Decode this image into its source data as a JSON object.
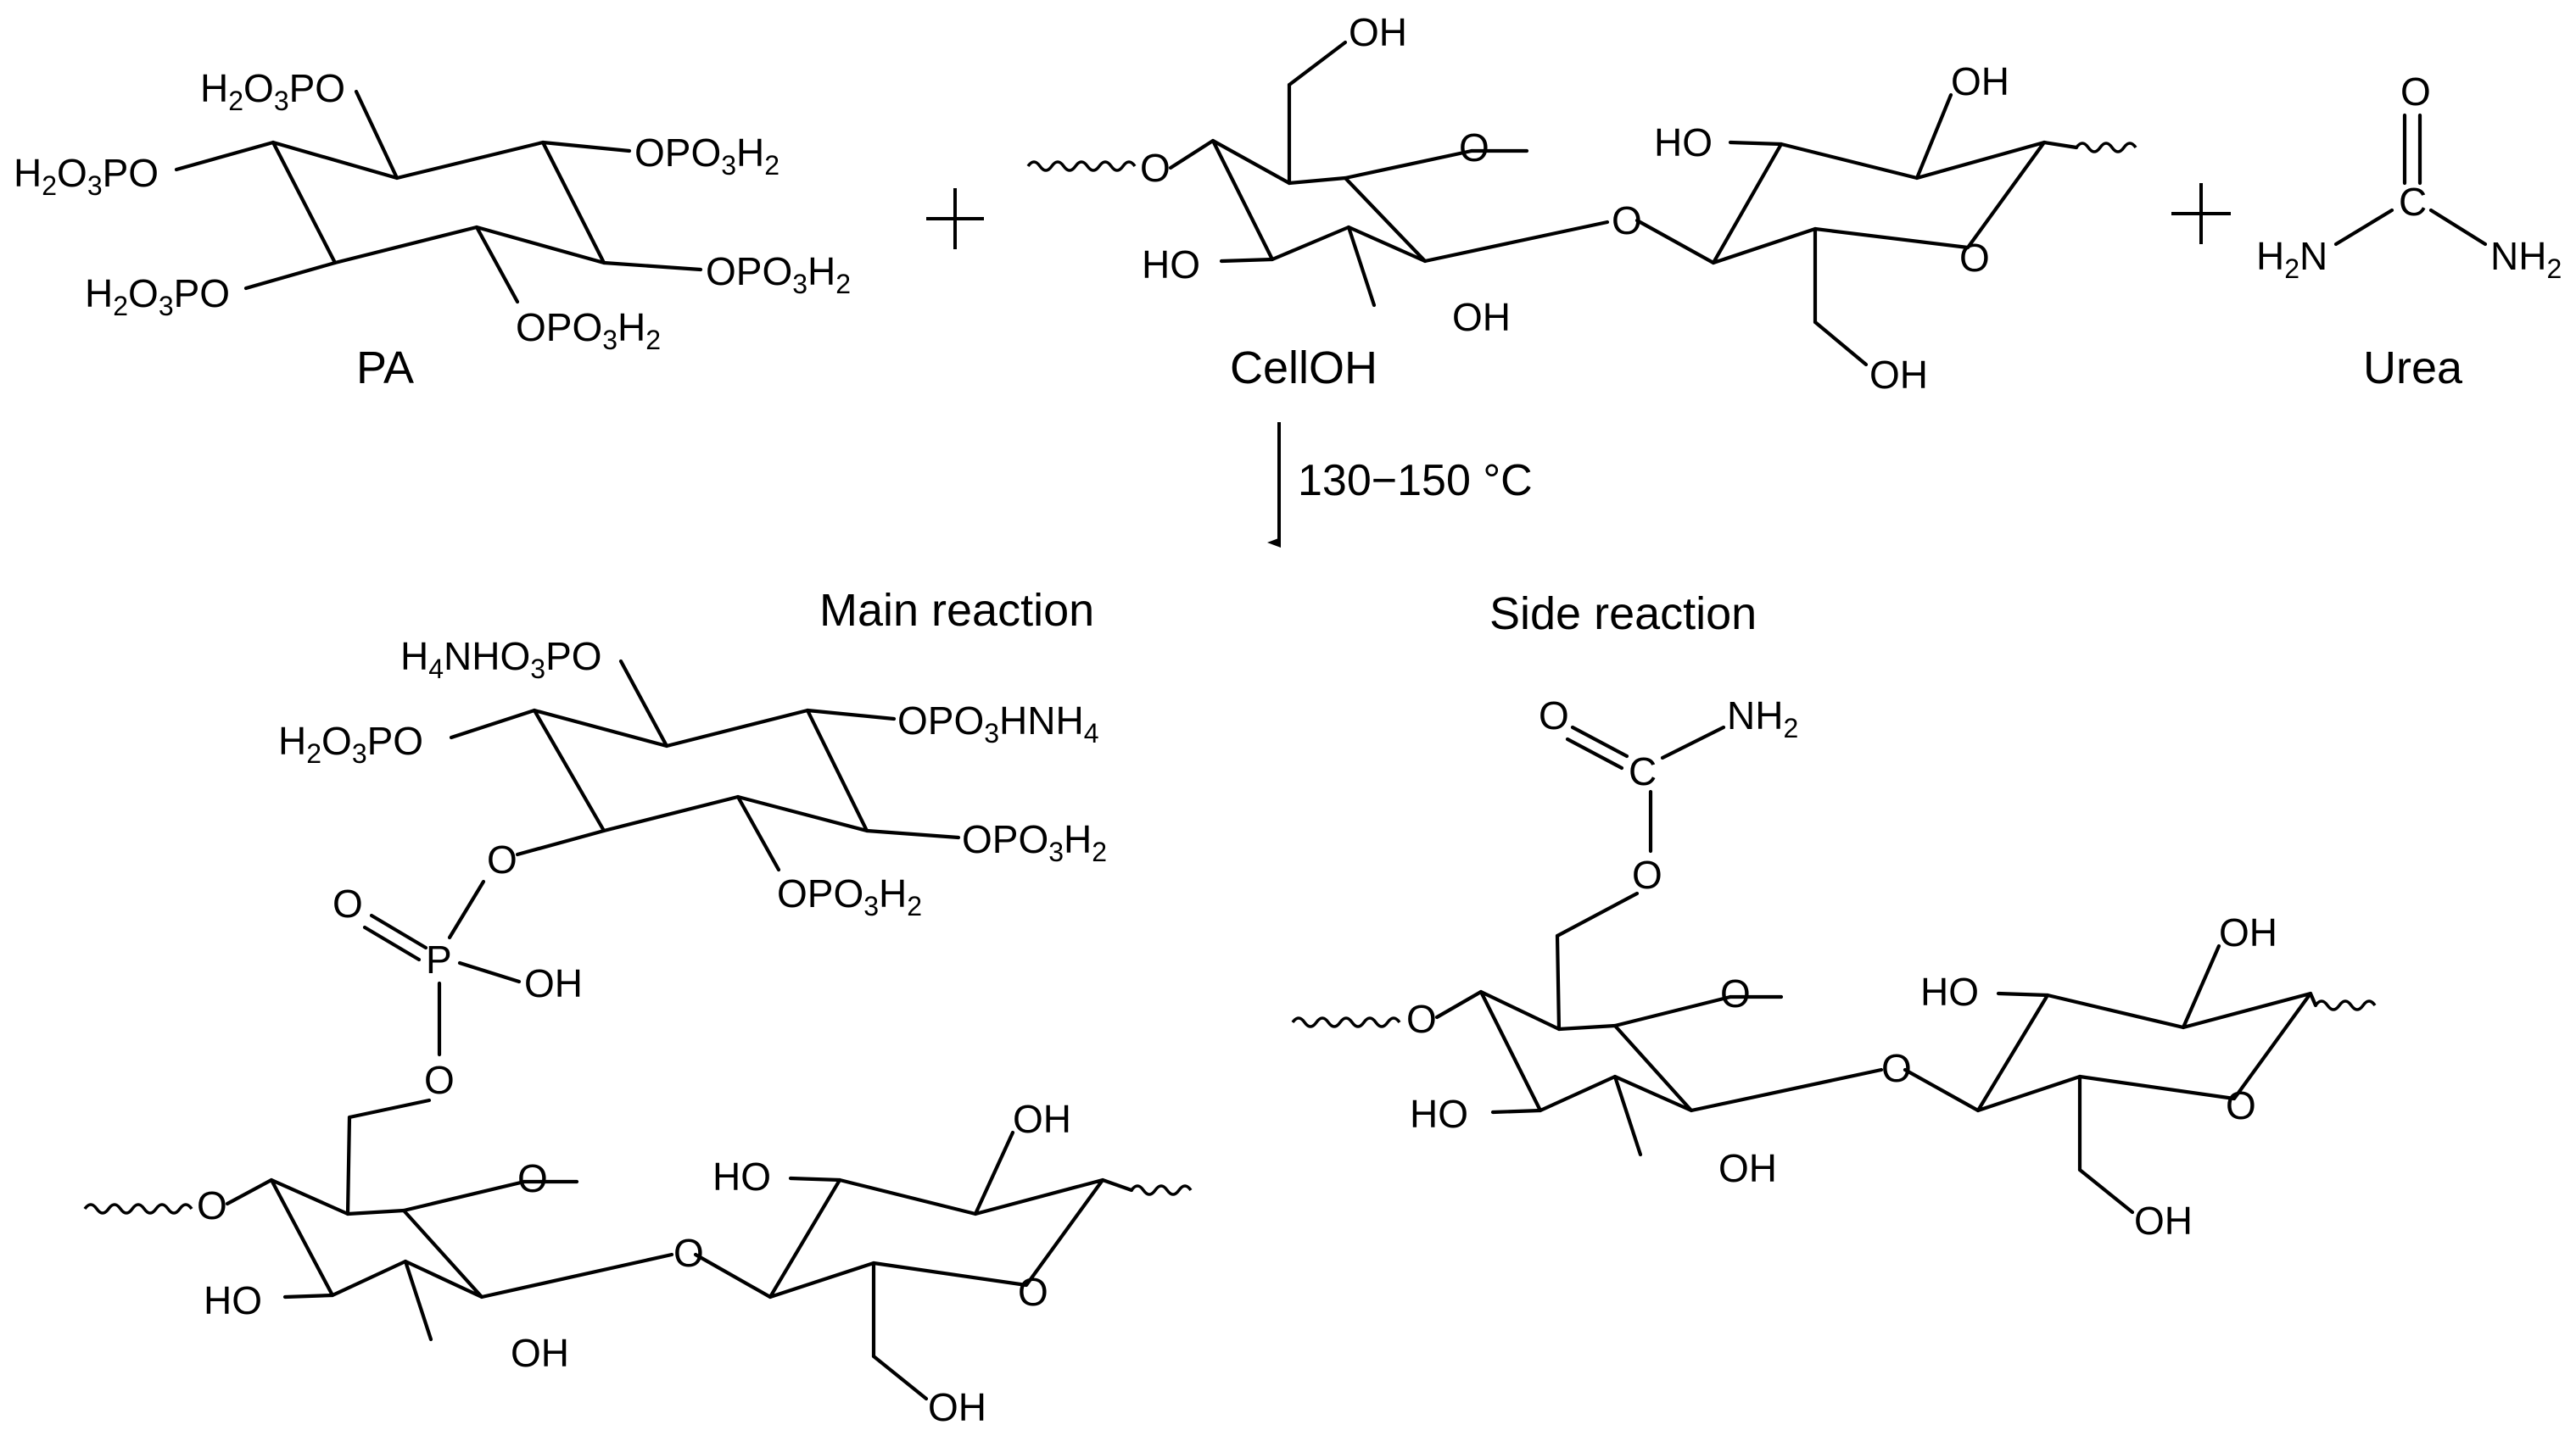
{
  "colors": {
    "ink": "#000000",
    "background": "#ffffff"
  },
  "reactants": {
    "pa_label": "PA",
    "cell_label": "CellOH",
    "urea_label": "Urea"
  },
  "conditions": {
    "temperature": "130−150 °C"
  },
  "products": {
    "main_label": "Main reaction",
    "side_label": "Side reaction"
  },
  "atoms": {
    "hydroxyl": "OH",
    "hydroxyl_left": "HO",
    "oxygen": "O",
    "carbon": "C",
    "phosphorus": "P",
    "phosphate_left": "H2O3PO",
    "phosphate_right": "OPO3H2",
    "ammonium_phosphate_left": "H4NHO3PO",
    "ammonium_phosphate_right": "OPO3HNH4",
    "amine": "NH2",
    "amine_left": "H2N"
  }
}
